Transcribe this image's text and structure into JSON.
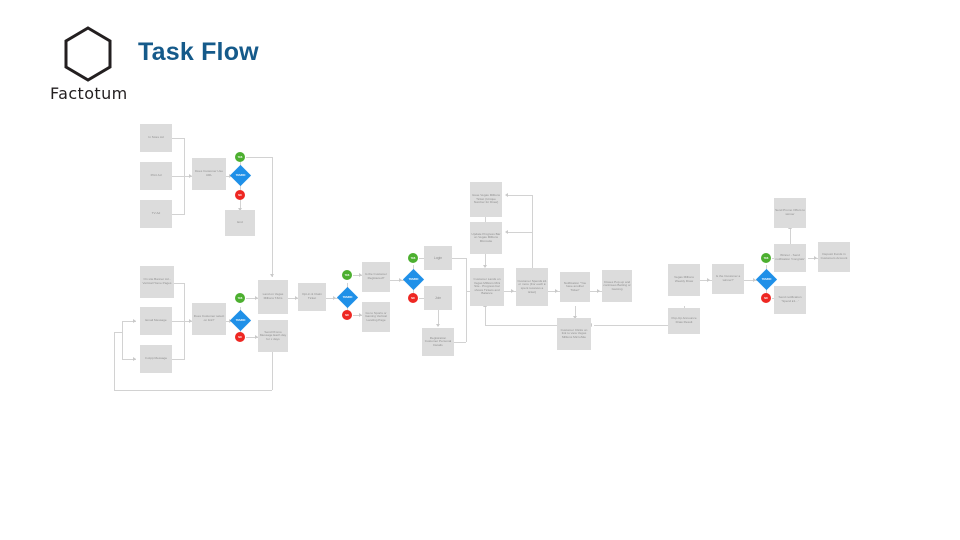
{
  "brand": {
    "name": "Factotum",
    "logo_icon": "hexagon-outline-icon",
    "logo_color": "#231f20"
  },
  "header": {
    "title": "Task Flow",
    "title_color": "#155a8a"
  },
  "palette": {
    "node_fill": "#dcdcdc",
    "node_text": "#8f8f8f",
    "yes_dot": "#4caf2f",
    "no_dot": "#ee2722",
    "decision_diamond": "#1f90e8",
    "edge": "#d2d2d2",
    "background": "#ffffff"
  },
  "diagram": {
    "type": "flowchart",
    "name": "task-flow-diagram",
    "decision_labels": {
      "yes": "YES",
      "no": "NO",
      "diamond": "YES/NO"
    },
    "nodes": [
      {
        "id": "n01",
        "label": "In Store Ad"
      },
      {
        "id": "n02",
        "label": "Print Ad"
      },
      {
        "id": "n03",
        "label": "TV Ad"
      },
      {
        "id": "n04",
        "label": "Does Customer Use URL"
      },
      {
        "id": "n05",
        "label": "End"
      },
      {
        "id": "n06",
        "label": "On site Banner Ad - Vertical Home Pages"
      },
      {
        "id": "n07",
        "label": "Email Message"
      },
      {
        "id": "n08",
        "label": "In App Message"
      },
      {
        "id": "n09",
        "label": "Does Customer select on link?"
      },
      {
        "id": "n10",
        "label": "Land on Vegas Millions T&Cs"
      },
      {
        "id": "n11",
        "label": "Send Promo Message Each day for x days"
      },
      {
        "id": "n12",
        "label": "Opt-in & Claim Ticket"
      },
      {
        "id": "n13",
        "label": "Is the Customer Registered?"
      },
      {
        "id": "n14",
        "label": "Go to Sports or Gaming Vertical Landing Page"
      },
      {
        "id": "n15",
        "label": "Login"
      },
      {
        "id": "n16",
        "label": "Join"
      },
      {
        "id": "n17",
        "label": "Registration Customer Personal Details"
      },
      {
        "id": "n18",
        "label": "Issue Vegas Millions Ticket (Unique Number for Draw)"
      },
      {
        "id": "n19",
        "label": "Update Progress Bar on Vegas Millions Microsite"
      },
      {
        "id": "n20",
        "label": "Customer Lands on Vegas Millions Mini Site - Progress bar shows Tickets and Balance"
      },
      {
        "id": "n21",
        "label": "Customer Spends £1 or more (For each £ spent receives a ticket)"
      },
      {
        "id": "n22",
        "label": "Notification \"You have another Ticket\""
      },
      {
        "id": "n23",
        "label": "Closes Pop-up and continues Betting or Gaming"
      },
      {
        "id": "n24",
        "label": "Customer Clicks on link to view Vegas Millions MicroSite"
      },
      {
        "id": "n25",
        "label": "Vegas Millions Weekly Draw"
      },
      {
        "id": "n26",
        "label": "Pop-Up Announce Draw Result"
      },
      {
        "id": "n27",
        "label": "Is the Customer a winner?"
      },
      {
        "id": "n28",
        "label": "Winner - Send notification 'Congrats'"
      },
      {
        "id": "n29",
        "label": "Send Promo Offers to winner"
      },
      {
        "id": "n30",
        "label": "Deposit Funds in Customers Account"
      },
      {
        "id": "n31",
        "label": "Send notification 'Spend £1...'"
      }
    ]
  }
}
